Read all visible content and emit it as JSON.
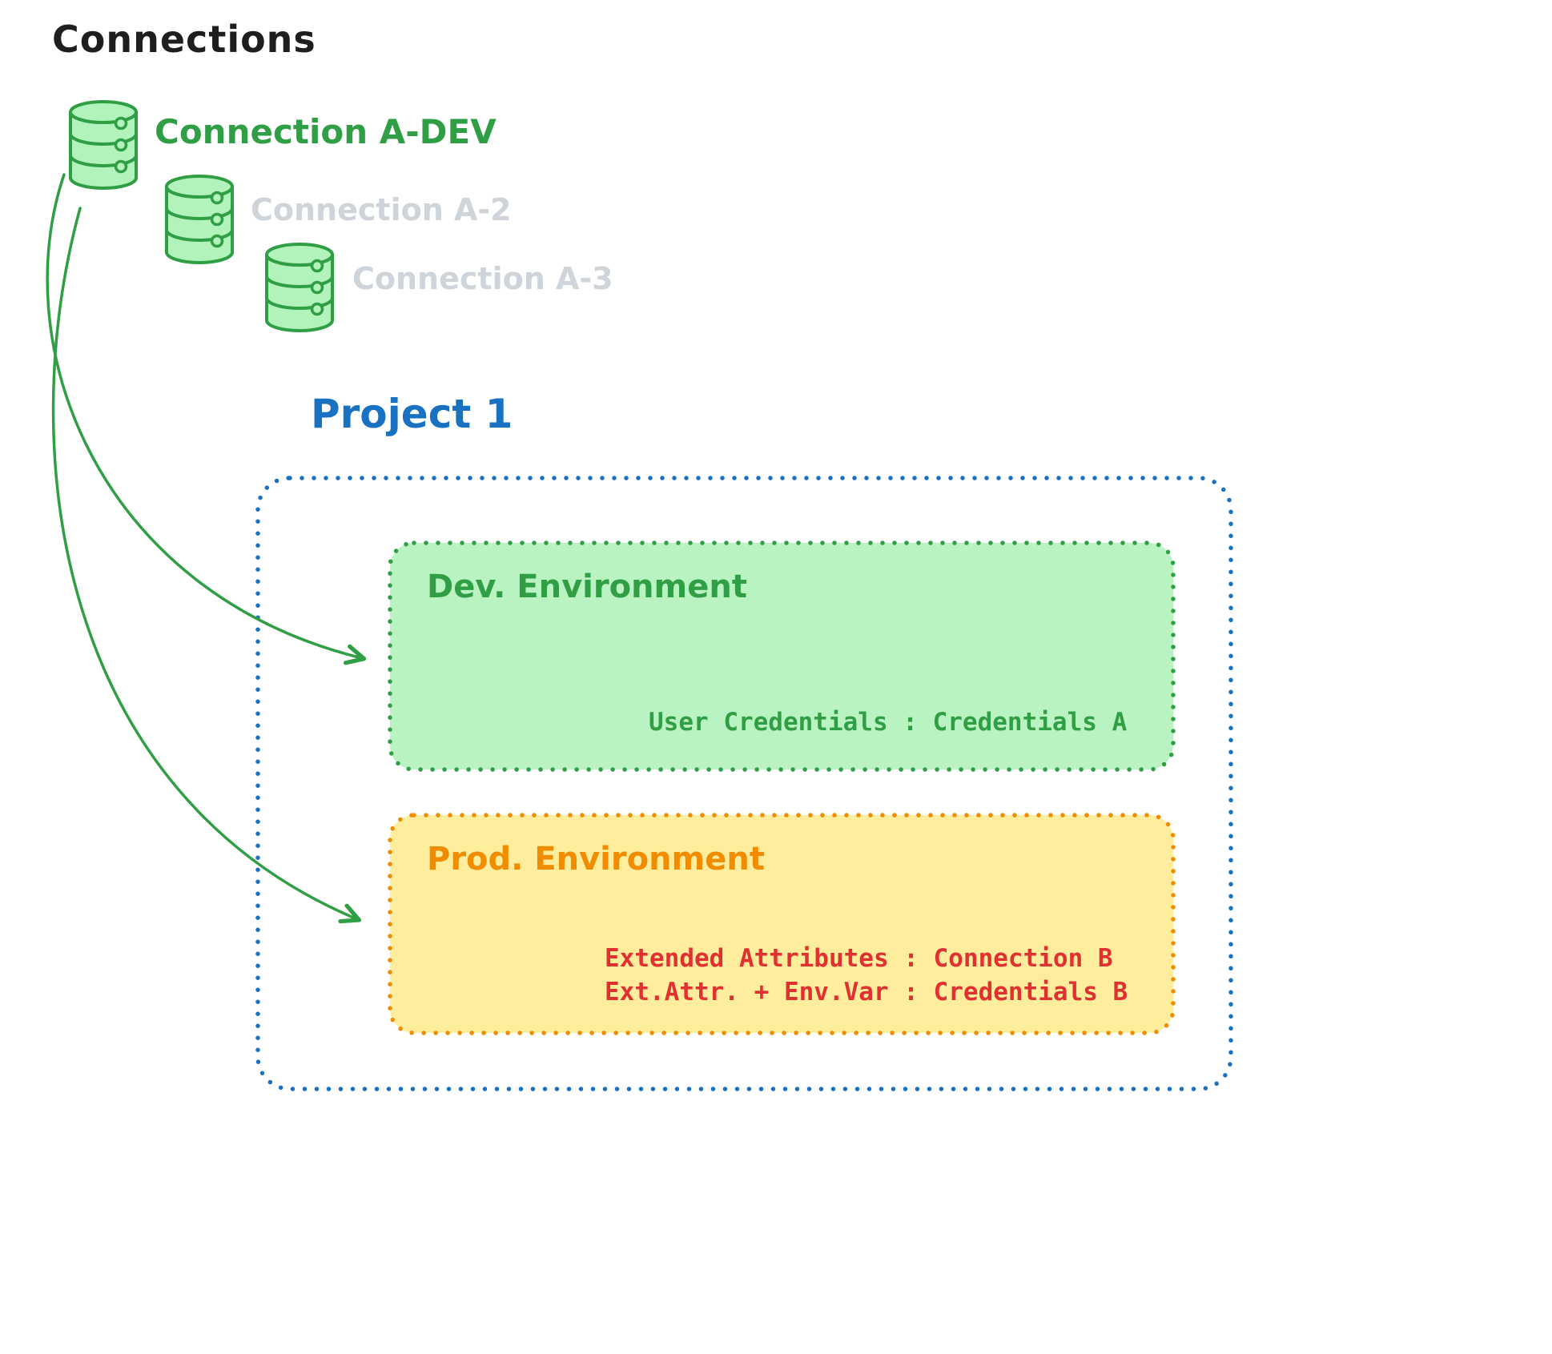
{
  "title": "Connections",
  "connections": [
    {
      "label": "Connection A-DEV",
      "state": "active"
    },
    {
      "label": "Connection A-2",
      "state": "inactive"
    },
    {
      "label": "Connection A-3",
      "state": "inactive"
    }
  ],
  "project": {
    "title": "Project 1",
    "environments": [
      {
        "name": "Dev. Environment",
        "lines": [
          "User Credentials : Credentials A"
        ]
      },
      {
        "name": "Prod. Environment",
        "lines": [
          "Extended Attributes : Connection B",
          "Ext.Attr. + Env.Var : Credentials B"
        ]
      }
    ]
  },
  "icons": {
    "database": "database-icon"
  },
  "colors": {
    "green_stroke": "#2f9e44",
    "green_fill": "#b2f2bb",
    "blue": "#1971c2",
    "orange_stroke": "#f08c00",
    "orange_fill": "#ffec99",
    "red_text": "#e03131",
    "inactive_gray": "#ced4da",
    "black": "#1e1e1e"
  }
}
